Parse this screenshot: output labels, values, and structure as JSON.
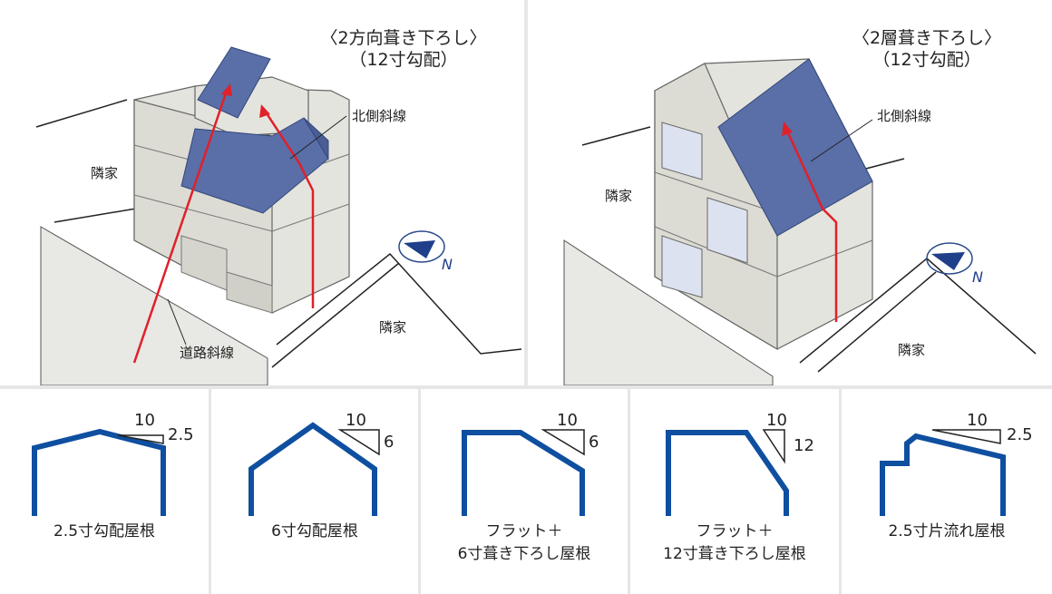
{
  "top_left": {
    "title": "〈2方向葺き下ろし〉",
    "subtitle": "（12寸勾配）",
    "label_north_line": "北側斜線",
    "label_road_line": "道路斜線",
    "label_neighbor_1": "隣家",
    "label_neighbor_2": "隣家",
    "compass_letter": "N"
  },
  "top_right": {
    "title": "〈2層葺き下ろし〉",
    "subtitle": "（12寸勾配）",
    "label_north_line": "北側斜線",
    "label_neighbor_1": "隣家",
    "label_neighbor_2": "隣家",
    "compass_letter": "N"
  },
  "roofs": [
    {
      "caption_line1": "2.5寸勾配屋根",
      "caption_line2": "",
      "run": "10",
      "rise": "2.5"
    },
    {
      "caption_line1": "6寸勾配屋根",
      "caption_line2": "",
      "run": "10",
      "rise": "6"
    },
    {
      "caption_line1": "フラット＋",
      "caption_line2": "6寸葺き下ろし屋根",
      "run": "10",
      "rise": "6"
    },
    {
      "caption_line1": "フラット＋",
      "caption_line2": "12寸葺き下ろし屋根",
      "run": "10",
      "rise": "12"
    },
    {
      "caption_line1": "2.5寸片流れ屋根",
      "caption_line2": "",
      "run": "10",
      "rise": "2.5"
    }
  ],
  "colors": {
    "roof_blue": "#5a6ea8",
    "outline_blue": "#0f4fa0",
    "arrow_red": "#e0202a",
    "wall_grey": "#e4e4de",
    "window_blue": "#dde2f0"
  }
}
